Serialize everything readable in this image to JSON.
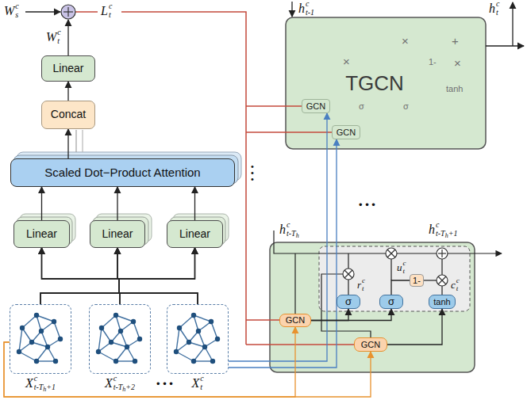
{
  "diagram": {
    "nodes": [
      {
        "text": [
          "TGCN"
        ]
      },
      {
        "text": [
          "GCN"
        ],
        "in": 0
      },
      {
        "text": [
          "GCN"
        ],
        "in": 0
      },
      {
        "text": [
          "Linear"
        ]
      },
      {
        "text": [
          "Concat"
        ]
      },
      {
        "text": [
          "Scaled Dot−Product Attention"
        ]
      },
      {
        "text": [
          "Linear"
        ]
      },
      {
        "text": [
          "Linear"
        ]
      },
      {
        "text": [
          "Linear"
        ]
      },
      {
        "text": []
      },
      {
        "text": [
          "1-"
        ],
        "in": 9
      },
      {
        "text": [
          "σ"
        ],
        "in": 9
      },
      {
        "text": [
          "σ"
        ],
        "in": 9
      },
      {
        "text": [
          "tanh"
        ],
        "in": 9
      },
      {
        "text": [
          "GCN"
        ],
        "in": 9
      },
      {
        "text": [
          "GCN"
        ],
        "in": 9
      },
      {
        "text": [
          "X",
          "c",
          "t-T",
          "h",
          "+1"
        ]
      },
      {
        "text": [
          "X",
          "c",
          "t-T",
          "h",
          "+2"
        ]
      },
      {
        "text": [
          "X",
          "c",
          "t"
        ]
      }
    ],
    "edges": [
      {
        "from": 16,
        "to": 6,
        "arrow": "to"
      },
      {
        "from": 16,
        "to": 7,
        "arrow": "to"
      },
      {
        "from": 16,
        "to": 8,
        "arrow": "to"
      },
      {
        "from": 17,
        "to": 6,
        "arrow": "to"
      },
      {
        "from": 17,
        "to": 7,
        "arrow": "to"
      },
      {
        "from": 17,
        "to": 8,
        "arrow": "to"
      },
      {
        "from": 18,
        "to": 6,
        "arrow": "to"
      },
      {
        "from": 18,
        "to": 7,
        "arrow": "to"
      },
      {
        "from": 18,
        "to": 8,
        "arrow": "to"
      },
      {
        "from": 6,
        "to": 5,
        "arrow": "to"
      },
      {
        "from": 7,
        "to": 5,
        "arrow": "to"
      },
      {
        "from": 8,
        "to": 5,
        "arrow": "to"
      },
      {
        "from": 5,
        "to": 4,
        "arrow": "to"
      },
      {
        "from": 4,
        "to": 3,
        "arrow": "to"
      },
      {
        "from": 18,
        "to": 1,
        "arrow": "to"
      },
      {
        "from": 18,
        "to": 2,
        "arrow": "to"
      },
      {
        "from": 16,
        "to": 14,
        "arrow": "to"
      },
      {
        "from": 16,
        "to": 15,
        "arrow": "to"
      },
      {
        "from": 14,
        "to": 11,
        "arrow": "to"
      },
      {
        "from": 14,
        "to": 12,
        "arrow": "to"
      },
      {
        "from": 15,
        "to": 13,
        "arrow": "to"
      },
      {
        "from": 12,
        "to": 10,
        "arrow": "none"
      }
    ],
    "labels": [
      "W",
      "c",
      "s",
      "L",
      "c",
      "t",
      "h",
      "c",
      "t-1",
      "h",
      "c",
      "t",
      "W",
      "c",
      "t",
      "×",
      "×",
      "+",
      "1-",
      "×",
      "tanh",
      "σ",
      "σ",
      "• • •",
      "• • •",
      "h",
      "c",
      "t-T",
      "h",
      "h",
      "c",
      "t-T",
      "h",
      "+1",
      "r",
      "c",
      "t",
      "u",
      "c",
      "t",
      "c",
      "c",
      "t",
      "• • •"
    ]
  }
}
